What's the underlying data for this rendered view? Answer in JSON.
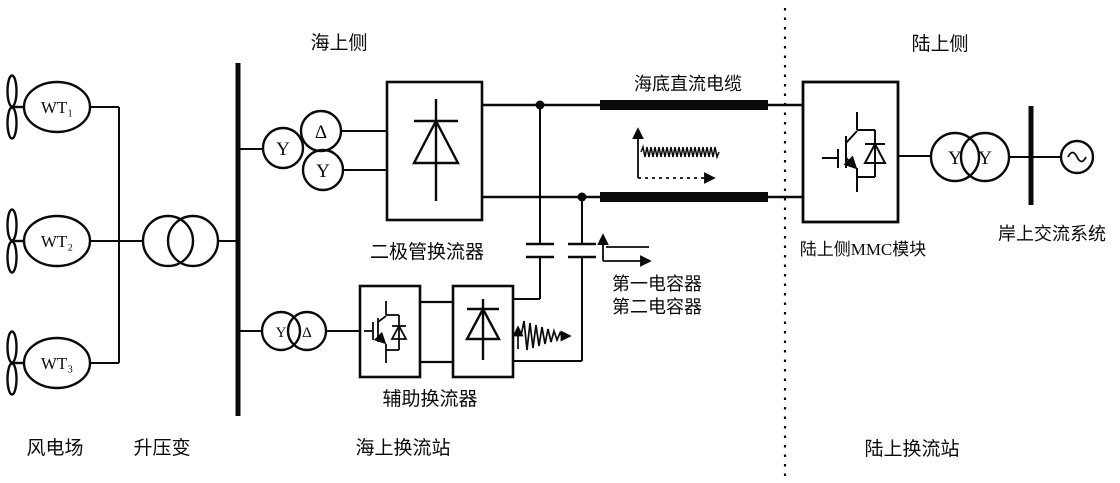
{
  "diagram": {
    "title_context": "offshore-wind-dc-transmission-system",
    "regions": {
      "offshore_side_label": "海上侧",
      "onshore_side_label": "陆上侧"
    },
    "components": {
      "turbines": [
        {
          "label": "WT₁"
        },
        {
          "label": "WT₂"
        },
        {
          "label": "WT₃"
        }
      ],
      "submarine_dc_cable_label": "海底直流电缆",
      "diode_converter_label": "二极管换流器",
      "auxiliary_converter_label": "辅助换流器",
      "first_capacitor_label": "第一电容器",
      "second_capacitor_label": "第二电容器",
      "onshore_mmc_label": "陆上侧MMC模块",
      "onshore_ac_system_label": "岸上交流系统"
    },
    "winding_symbols": {
      "wye": "Y",
      "delta": "Δ"
    },
    "bottom_labels": {
      "wind_farm": "风电场",
      "step_up_transformer": "升压变",
      "offshore_converter_station": "海上换流站",
      "onshore_converter_station": "陆上换流站"
    },
    "colors": {
      "line": "#0a0a0a",
      "background": "#ffffff"
    }
  }
}
